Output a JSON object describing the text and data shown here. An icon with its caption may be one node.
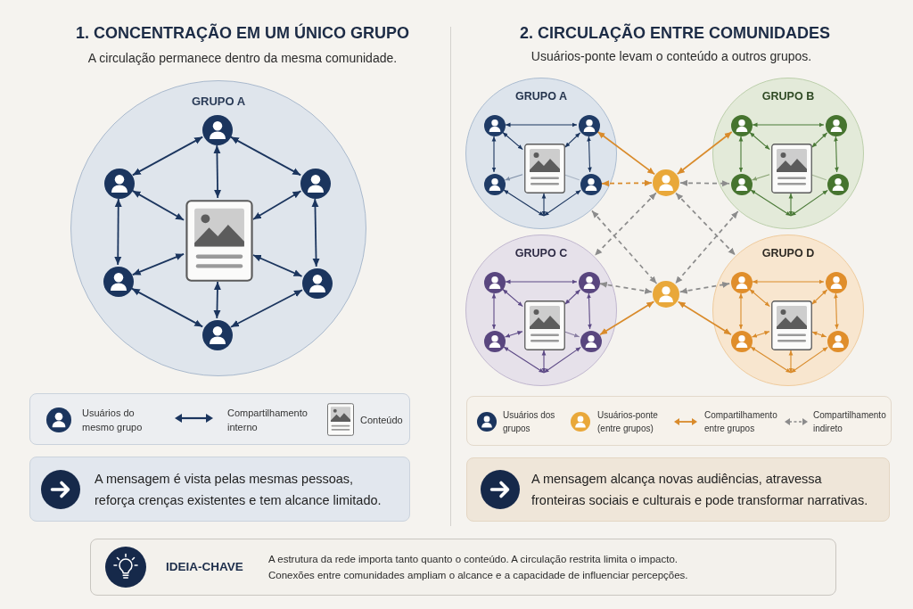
{
  "diagram": {
    "nodes": [
      {
        "text": [
          "GRUPO A"
        ]
      },
      {
        "text": [],
        "shape": "person",
        "in": 0
      },
      {
        "text": [],
        "shape": "person",
        "in": 0
      },
      {
        "text": [],
        "shape": "person",
        "in": 0
      },
      {
        "text": [],
        "shape": "picture",
        "in": 0
      },
      {
        "text": [],
        "shape": "person",
        "in": 0
      },
      {
        "text": [],
        "shape": "person",
        "in": 0
      },
      {
        "text": [],
        "shape": "person",
        "in": 0
      },
      {
        "text": [
          "GRUPO A"
        ]
      },
      {
        "text": [],
        "shape": "person",
        "in": 8
      },
      {
        "text": [],
        "shape": "person",
        "in": 8
      },
      {
        "text": [],
        "shape": "picture",
        "in": 8
      },
      {
        "text": [],
        "shape": "person",
        "in": 8
      },
      {
        "text": [],
        "shape": "person",
        "in": 8
      },
      {
        "text": [
          "GRUPO B"
        ]
      },
      {
        "text": [],
        "shape": "person",
        "in": 14
      },
      {
        "text": [],
        "shape": "person",
        "in": 14
      },
      {
        "text": [],
        "shape": "picture",
        "in": 14
      },
      {
        "text": [],
        "shape": "person",
        "in": 14
      },
      {
        "text": [],
        "shape": "person",
        "in": 14
      },
      {
        "text": [],
        "shape": "person"
      },
      {
        "text": [
          "GRUPO C"
        ]
      },
      {
        "text": [],
        "shape": "person",
        "in": 21
      },
      {
        "text": [],
        "shape": "person",
        "in": 21
      },
      {
        "text": [],
        "shape": "picture",
        "in": 21
      },
      {
        "text": [],
        "shape": "person",
        "in": 21
      },
      {
        "text": [],
        "shape": "person",
        "in": 21
      },
      {
        "text": [],
        "shape": "person"
      },
      {
        "text": [
          "GRUPO D"
        ]
      },
      {
        "text": [],
        "shape": "person",
        "in": 28
      },
      {
        "text": [],
        "shape": "person",
        "in": 28
      },
      {
        "text": [],
        "shape": "picture",
        "in": 28
      },
      {
        "text": [],
        "shape": "person",
        "in": 28
      },
      {
        "text": [],
        "shape": "person",
        "in": 28
      },
      {
        "text": [
          "A mensagem é vista pelas mesmas pessoas, reforça crenças existentes e tem alcance limitado."
        ]
      },
      {
        "text": [
          "A mensagem alcança novas audiências, atravessa fronteiras sociais e culturais e pode transformar narrativas."
        ]
      },
      {
        "text": [
          "IDEIA-CHAVE",
          "A estrutura da rede importa tanto quanto o conteúdo. A circulação restrita limita o impacto. Conexões entre comunidades ampliam o alcance e a capacidade de influenciar percepções."
        ]
      }
    ],
    "edges": [
      {
        "from": 1,
        "to": 2,
        "arrow": "both"
      },
      {
        "from": 1,
        "to": 3,
        "arrow": "both"
      },
      {
        "from": 1,
        "to": 4,
        "arrow": "both"
      },
      {
        "from": 2,
        "to": 5,
        "arrow": "both"
      },
      {
        "from": 2,
        "to": 4,
        "arrow": "both"
      },
      {
        "from": 3,
        "to": 6,
        "arrow": "both"
      },
      {
        "from": 3,
        "to": 4,
        "arrow": "both"
      },
      {
        "from": 5,
        "to": 4,
        "arrow": "both"
      },
      {
        "from": 6,
        "to": 4,
        "arrow": "both"
      },
      {
        "from": 5,
        "to": 7,
        "arrow": "both"
      },
      {
        "from": 6,
        "to": 7,
        "arrow": "both"
      },
      {
        "from": 4,
        "to": 7,
        "arrow": "both"
      },
      {
        "from": 9,
        "to": 10,
        "arrow": "both"
      },
      {
        "from": 9,
        "to": 12,
        "arrow": "both"
      },
      {
        "from": 10,
        "to": 13,
        "arrow": "both"
      },
      {
        "from": 9,
        "to": 11,
        "arrow": "both"
      },
      {
        "from": 10,
        "to": 11,
        "arrow": "both"
      },
      {
        "from": 11,
        "to": 12,
        "arrow": "to",
        "color": "#7d8ea6"
      },
      {
        "from": 11,
        "to": 13,
        "arrow": "none",
        "color": "#a9b4c4"
      },
      {
        "from": 12,
        "to": null,
        "arrow": "both"
      },
      {
        "from": 13,
        "to": null,
        "arrow": "both"
      },
      {
        "from": 11,
        "to": null,
        "arrow": "both"
      },
      {
        "from": 15,
        "to": 16,
        "arrow": "both",
        "color": "#4b7a38"
      },
      {
        "from": 15,
        "to": 18,
        "arrow": "both",
        "color": "#4b7a38"
      },
      {
        "from": 16,
        "to": 19,
        "arrow": "both",
        "color": "#4b7a38"
      },
      {
        "from": 15,
        "to": 17,
        "arrow": "both",
        "color": "#4b7a38"
      },
      {
        "from": 16,
        "to": 17,
        "arrow": "both",
        "color": "#4b7a38"
      },
      {
        "from": 17,
        "to": 18,
        "arrow": "to",
        "color": "#86a070"
      },
      {
        "from": 17,
        "to": 19,
        "arrow": "none",
        "color": "#a7b998"
      },
      {
        "from": 18,
        "to": null,
        "arrow": "both",
        "color": "#4b7a38"
      },
      {
        "from": 19,
        "to": null,
        "arrow": "both",
        "color": "#4b7a38"
      },
      {
        "from": 17,
        "to": null,
        "arrow": "both",
        "color": "#4b7a38"
      },
      {
        "from": 22,
        "to": 23,
        "arrow": "both",
        "color": "#5d4a86"
      },
      {
        "from": 22,
        "to": 25,
        "arrow": "both",
        "color": "#5d4a86"
      },
      {
        "from": 23,
        "to": 26,
        "arrow": "both",
        "color": "#5d4a86"
      },
      {
        "from": 22,
        "to": 24,
        "arrow": "both",
        "color": "#5d4a86"
      },
      {
        "from": 23,
        "to": 24,
        "arrow": "both",
        "color": "#5d4a86"
      },
      {
        "from": 24,
        "to": 25,
        "arrow": "both",
        "color": "#5d4a86"
      },
      {
        "from": 24,
        "to": 26,
        "arrow": "to",
        "color": "#8a7fa3"
      },
      {
        "from": 25,
        "to": null,
        "arrow": "both",
        "color": "#5d4a86"
      },
      {
        "from": 26,
        "to": null,
        "arrow": "both",
        "color": "#5d4a86"
      },
      {
        "from": 24,
        "to": null,
        "arrow": "both",
        "color": "#5d4a86"
      },
      {
        "from": 29,
        "to": 30,
        "arrow": "both",
        "color": "#d98b2b"
      },
      {
        "from": 29,
        "to": 32,
        "arrow": "both",
        "color": "#d98b2b"
      },
      {
        "from": 30,
        "to": 33,
        "arrow": "both",
        "color": "#d98b2b"
      },
      {
        "from": 29,
        "to": 31,
        "arrow": "both",
        "color": "#d98b2b"
      },
      {
        "from": 30,
        "to": 31,
        "arrow": "both",
        "color": "#d98b2b"
      },
      {
        "from": 31,
        "to": 32,
        "arrow": "both",
        "color": "#d98b2b"
      },
      {
        "from": 31,
        "to": 33,
        "arrow": "both",
        "color": "#d98b2b"
      },
      {
        "from": 32,
        "to": null,
        "arrow": "both",
        "color": "#d98b2b"
      },
      {
        "from": 33,
        "to": null,
        "arrow": "both",
        "color": "#d98b2b"
      },
      {
        "from": 31,
        "to": null,
        "arrow": "both",
        "color": "#d98b2b"
      },
      {
        "from": 10,
        "to": 20,
        "arrow": "both",
        "color": "#d98b2b"
      },
      {
        "from": 15,
        "to": 20,
        "arrow": "both",
        "color": "#d98b2b"
      },
      {
        "from": 13,
        "to": 20,
        "arrow": "both",
        "style": "dashed",
        "color": "#d98b2b"
      },
      {
        "from": 20,
        "to": 18,
        "arrow": "both",
        "style": "dashed",
        "color": "#8c8c8c"
      },
      {
        "from": 8,
        "to": 27,
        "arrow": "both",
        "style": "dashed",
        "color": "#8c8c8c"
      },
      {
        "from": 20,
        "to": 21,
        "arrow": "both",
        "style": "dashed",
        "color": "#8c8c8c"
      },
      {
        "from": 20,
        "to": 28,
        "arrow": "both",
        "style": "dashed",
        "color": "#8c8c8c"
      },
      {
        "from": 14,
        "to": 27,
        "arrow": "both",
        "style": "dashed",
        "color": "#8c8c8c"
      },
      {
        "from": 23,
        "to": 27,
        "arrow": "both",
        "style": "dashed",
        "color": "#8c8c8c"
      },
      {
        "from": 27,
        "to": 29,
        "arrow": "both",
        "style": "dashed",
        "color": "#8c8c8c"
      },
      {
        "from": 26,
        "to": 27,
        "arrow": "both",
        "color": "#d98b2b"
      },
      {
        "from": 32,
        "to": 27,
        "arrow": "both",
        "color": "#d98b2b"
      }
    ],
    "labels": [
      "1. CONCENTRAÇÃO EM UM ÚNICO GRUPO",
      "A circulação permanece dentro da mesma comunidade.",
      "2. CIRCULAÇÃO ENTRE COMUNIDADES",
      "Usuários-ponte levam o conteúdo a outros grupos."
    ],
    "legend": [
      {
        "text": "Usuários do mesmo grupo"
      },
      {
        "text": "Compartilhamento interno"
      },
      {
        "text": "Conteúdo"
      },
      {
        "text": "Usuários dos grupos"
      },
      {
        "text": "Usuários-ponte (entre grupos)"
      },
      {
        "text": "Compartilhamento entre grupos"
      },
      {
        "text": "Compartilhamento indireto"
      }
    ]
  }
}
